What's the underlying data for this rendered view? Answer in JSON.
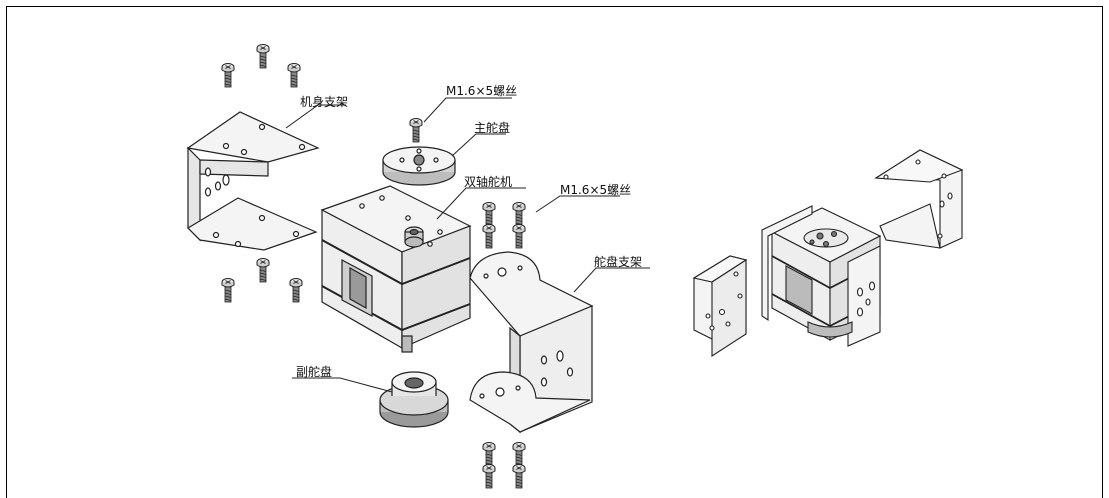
{
  "labels": {
    "body_bracket": "机身支架",
    "screw_top": "M1.6×5螺丝",
    "main_horn": "主舵盘",
    "dual_shaft_servo": "双轴舵机",
    "screw_right": "M1.6×5螺丝",
    "horn_bracket": "舵盘支架",
    "aux_horn": "副舵盘"
  },
  "colors": {
    "line": "#222222",
    "fill_light": "#f4f4f4",
    "fill_mid": "#dcdcdc",
    "fill_dark": "#9a9a9a"
  }
}
